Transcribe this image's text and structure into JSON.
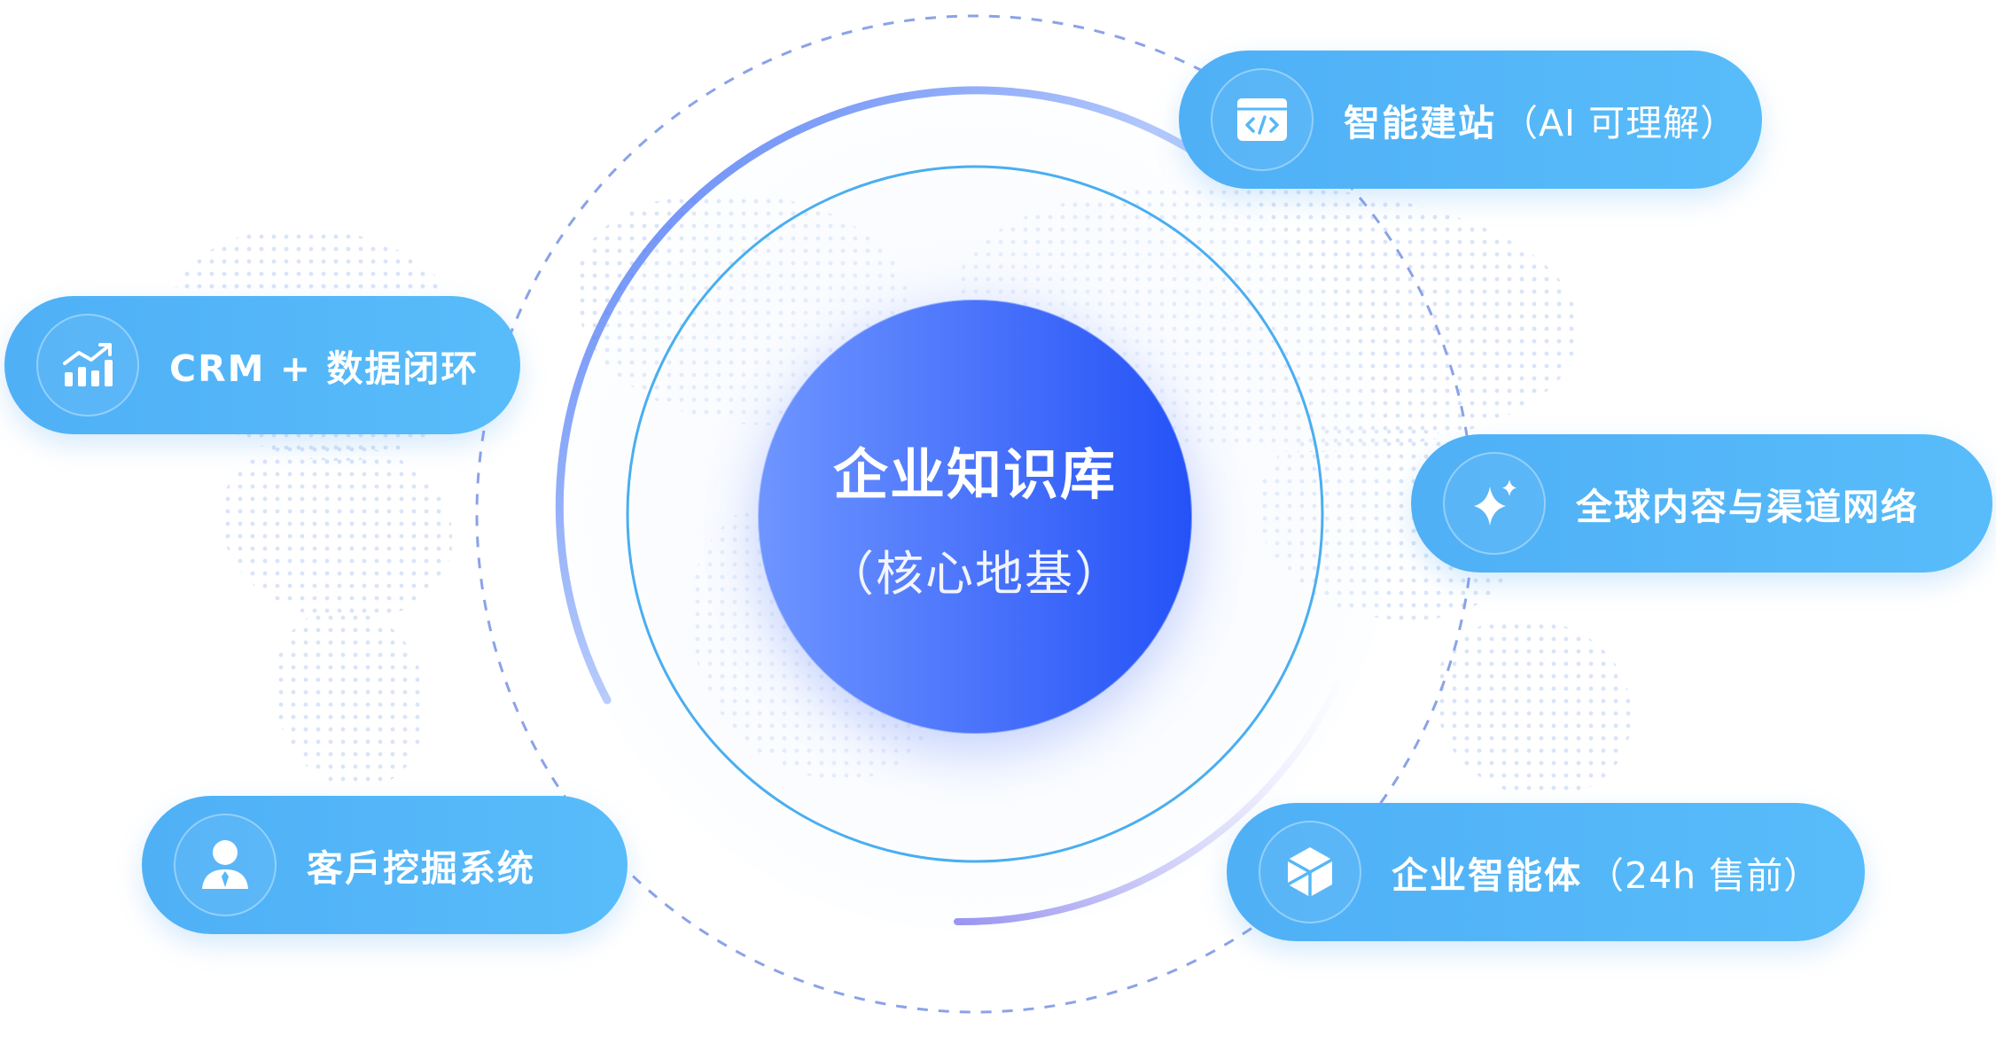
{
  "center": {
    "title": "企业知识库",
    "subtitle": "（核心地基）"
  },
  "nodes": {
    "website": {
      "label": "智能建站",
      "note": "（AI 可理解）",
      "icon": "code-window-icon"
    },
    "crm": {
      "label": "CRM + 数据闭环",
      "icon": "chart-trend-icon"
    },
    "channels": {
      "label": "全球内容与渠道网络",
      "icon": "sparkle-icon"
    },
    "mining": {
      "label": "客戶挖掘系统",
      "icon": "user-tie-icon"
    },
    "agent": {
      "label": "企业智能体",
      "note": "（24h 售前）",
      "icon": "cube-icon"
    }
  },
  "colors": {
    "core_start": "#6e95ff",
    "core_end": "#2452f7",
    "pill": "#55b8f8",
    "ring": "#4aaef0",
    "dash": "#8aa3e8"
  }
}
